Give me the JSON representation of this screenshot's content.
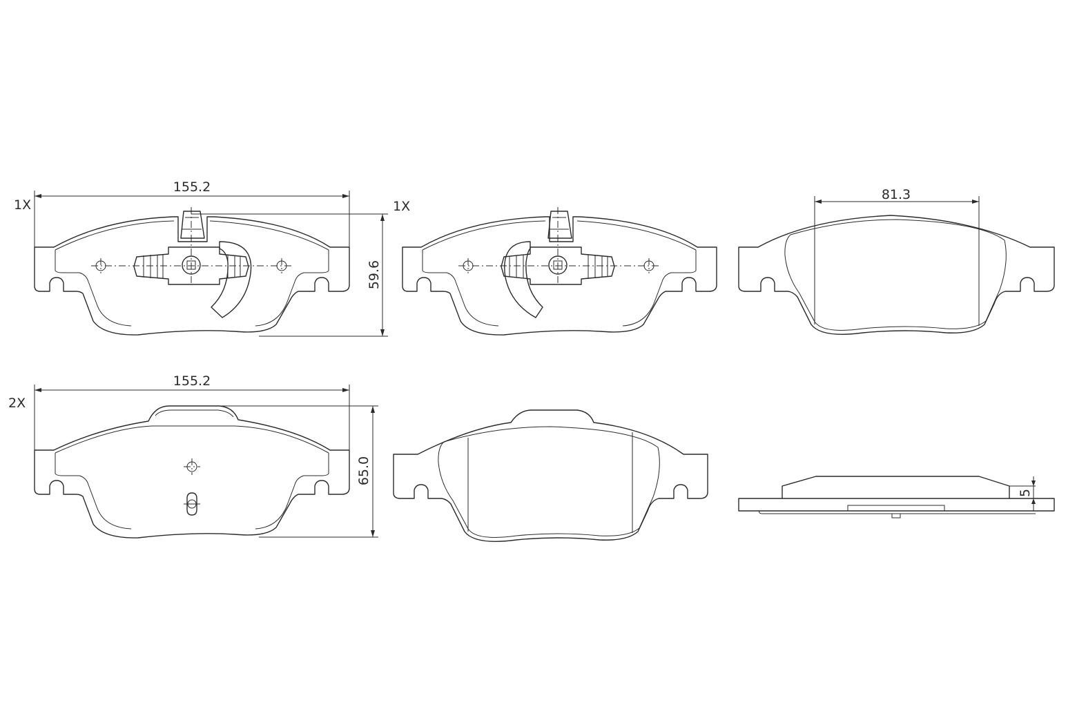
{
  "quantities": {
    "top_left": "1X",
    "top_middle": "1X",
    "bottom_left": "2X"
  },
  "dimensions": {
    "width_top": "155.2",
    "height_top": "59.6",
    "width_bottom": "155.2",
    "height_bottom": "65.0",
    "friction_width": "81.3",
    "thickness": "5"
  },
  "colors": {
    "line": "#2a2a2a",
    "background": "#ffffff"
  }
}
